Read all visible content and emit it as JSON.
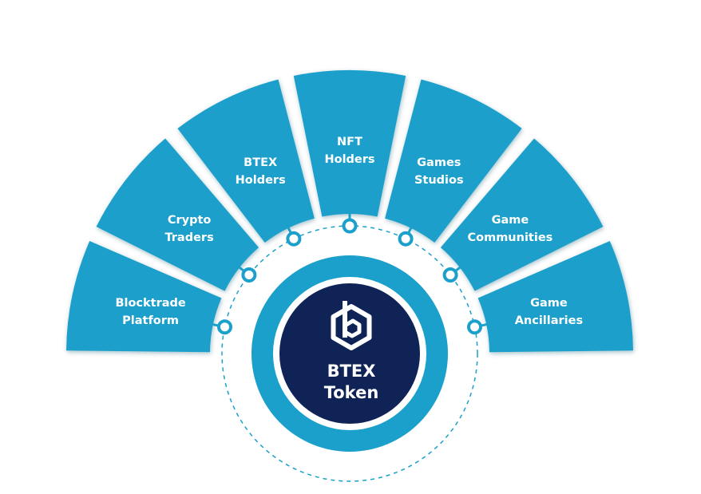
{
  "center": {
    "logo_icon": "hexagon-b-logo-icon",
    "label_line1": "BTEX",
    "label_line2": "Token"
  },
  "segments": [
    {
      "line1": "Blocktrade",
      "line2": "Platform"
    },
    {
      "line1": "Crypto",
      "line2": "Traders"
    },
    {
      "line1": "BTEX",
      "line2": "Holders"
    },
    {
      "line1": "NFT",
      "line2": "Holders"
    },
    {
      "line1": "Games",
      "line2": "Studios"
    },
    {
      "line1": "Game",
      "line2": "Communities"
    },
    {
      "line1": "Game",
      "line2": "Ancillaries"
    }
  ],
  "colors": {
    "segment": "#1aa0cb",
    "segment_shadow": "#0e6f90",
    "connector": "#1aa0cb",
    "dashed_ring": "#1aa0cb",
    "outer_ring": "#1aa0cb",
    "center_fill": "#0f2357",
    "center_border": "#ffffff",
    "text": "#ffffff"
  }
}
